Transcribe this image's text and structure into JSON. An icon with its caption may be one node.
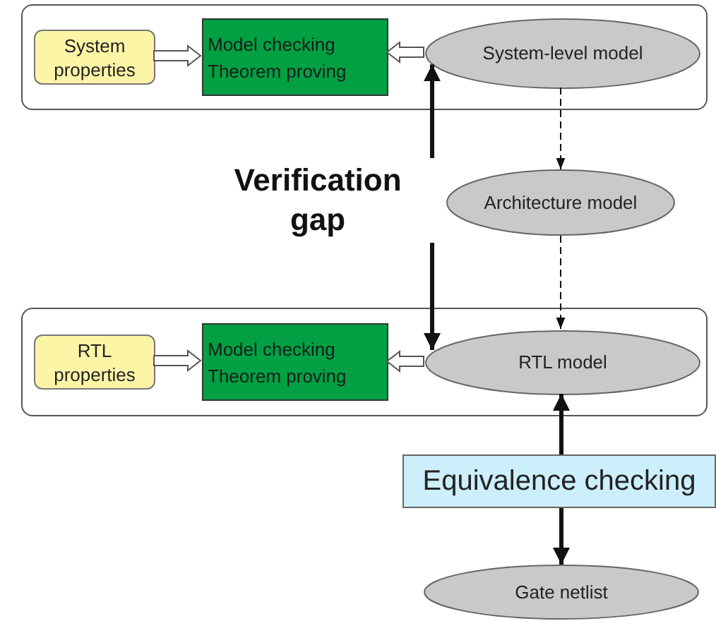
{
  "diagram": {
    "nodes": [
      {
        "text": [],
        "shape": "box"
      },
      {
        "text": [
          "System properties"
        ],
        "in": 0
      },
      {
        "text": [
          "Model checking Theorem proving"
        ],
        "in": 0
      },
      {
        "text": [
          "System-level model"
        ],
        "in": 0
      },
      {
        "text": [
          "Verification gap"
        ]
      },
      {
        "text": [
          "Architecture model"
        ]
      },
      {
        "text": [],
        "shape": "box"
      },
      {
        "text": [
          "RTL properties"
        ],
        "in": 6
      },
      {
        "text": [
          "Model checking Theorem proving"
        ],
        "in": 6
      },
      {
        "text": [
          "RTL model"
        ],
        "in": 6
      },
      {
        "text": [
          "Equivalence checking"
        ]
      },
      {
        "text": [
          "Gate netlist"
        ]
      }
    ],
    "edges": [
      {
        "from": 1,
        "to": 2,
        "arrow": "to",
        "style": "thick"
      },
      {
        "from": 3,
        "to": 2,
        "arrow": "to",
        "style": "thick"
      },
      {
        "from": 3,
        "to": 5,
        "arrow": "to",
        "style": "dashed"
      },
      {
        "from": 5,
        "to": 9,
        "arrow": "to",
        "style": "dashed"
      },
      {
        "from": 4,
        "to": 3,
        "arrow": "to"
      },
      {
        "from": 4,
        "to": 9,
        "arrow": "to"
      },
      {
        "from": 7,
        "to": 8,
        "arrow": "to",
        "style": "thick"
      },
      {
        "from": 9,
        "to": 8,
        "arrow": "to",
        "style": "thick"
      },
      {
        "from": 10,
        "to": 9,
        "arrow": "to"
      },
      {
        "from": 10,
        "to": 11,
        "arrow": "to"
      }
    ]
  }
}
